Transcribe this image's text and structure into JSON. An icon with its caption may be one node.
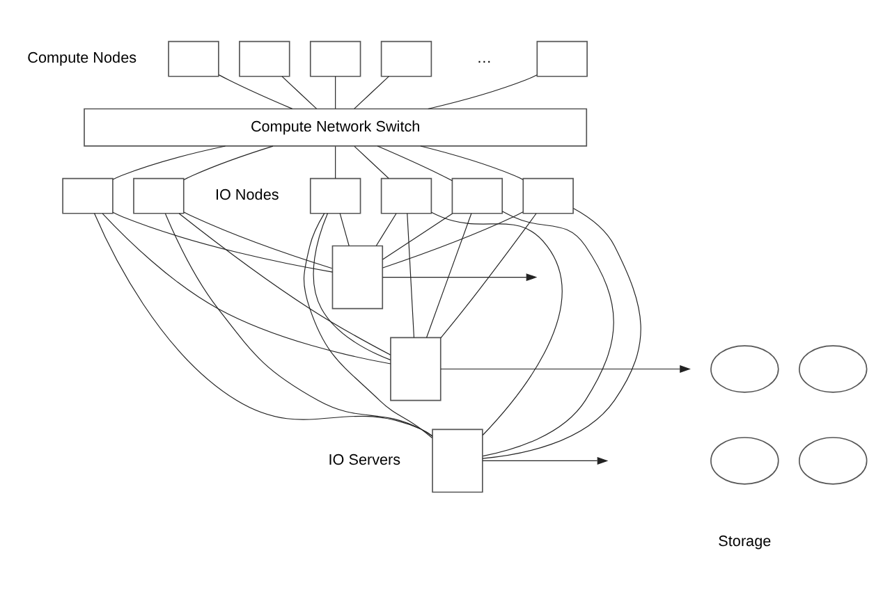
{
  "diagram": {
    "nodes": [
      {
        "text": [],
        "shape": "box"
      },
      {
        "text": [],
        "shape": "box"
      },
      {
        "text": [],
        "shape": "box"
      },
      {
        "text": [],
        "shape": "box"
      },
      {
        "text": [],
        "shape": "box"
      },
      {
        "text": [
          "Compute Network Switch"
        ]
      },
      {
        "text": [],
        "shape": "box"
      },
      {
        "text": [],
        "shape": "box"
      },
      {
        "text": [],
        "shape": "box"
      },
      {
        "text": [],
        "shape": "box"
      },
      {
        "text": [],
        "shape": "box"
      },
      {
        "text": [],
        "shape": "box"
      },
      {
        "text": [],
        "shape": "box"
      },
      {
        "text": [],
        "shape": "box"
      },
      {
        "text": [],
        "shape": "box"
      },
      {
        "text": [],
        "shape": "ellipse"
      },
      {
        "text": [],
        "shape": "ellipse"
      },
      {
        "text": [],
        "shape": "ellipse"
      },
      {
        "text": [],
        "shape": "ellipse"
      }
    ],
    "edges": [
      {
        "from": 0,
        "to": 5,
        "arrow": "none"
      },
      {
        "from": 1,
        "to": 5,
        "arrow": "none"
      },
      {
        "from": 2,
        "to": 5,
        "arrow": "none"
      },
      {
        "from": 3,
        "to": 5,
        "arrow": "none"
      },
      {
        "from": 4,
        "to": 5,
        "arrow": "none"
      },
      {
        "from": 5,
        "to": 6,
        "arrow": "none"
      },
      {
        "from": 5,
        "to": 7,
        "arrow": "none"
      },
      {
        "from": 5,
        "to": 8,
        "arrow": "none"
      },
      {
        "from": 5,
        "to": 9,
        "arrow": "none"
      },
      {
        "from": 5,
        "to": 10,
        "arrow": "none"
      },
      {
        "from": 5,
        "to": 11,
        "arrow": "none"
      },
      {
        "from": 6,
        "to": 12,
        "arrow": "none"
      },
      {
        "from": 6,
        "to": 13,
        "arrow": "none"
      },
      {
        "from": 6,
        "to": 14,
        "arrow": "none"
      },
      {
        "from": 7,
        "to": 12,
        "arrow": "none"
      },
      {
        "from": 7,
        "to": 13,
        "arrow": "none"
      },
      {
        "from": 7,
        "to": 14,
        "arrow": "none"
      },
      {
        "from": 8,
        "to": 12,
        "arrow": "none"
      },
      {
        "from": 8,
        "to": 13,
        "arrow": "none"
      },
      {
        "from": 8,
        "to": 14,
        "arrow": "none"
      },
      {
        "from": 9,
        "to": 12,
        "arrow": "none"
      },
      {
        "from": 9,
        "to": 13,
        "arrow": "none"
      },
      {
        "from": 9,
        "to": 14,
        "arrow": "none"
      },
      {
        "from": 10,
        "to": 12,
        "arrow": "none"
      },
      {
        "from": 10,
        "to": 13,
        "arrow": "none"
      },
      {
        "from": 10,
        "to": 14,
        "arrow": "none"
      },
      {
        "from": 11,
        "to": 12,
        "arrow": "none"
      },
      {
        "from": 11,
        "to": 13,
        "arrow": "none"
      },
      {
        "from": 11,
        "to": 14,
        "arrow": "none"
      },
      {
        "from": 12,
        "to": null,
        "arrow": "to"
      },
      {
        "from": 13,
        "to": null,
        "arrow": "to"
      },
      {
        "from": 14,
        "to": null,
        "arrow": "to"
      }
    ],
    "labels": [
      "Compute Nodes",
      "…",
      "IO Nodes",
      "IO Servers",
      "Storage"
    ]
  }
}
